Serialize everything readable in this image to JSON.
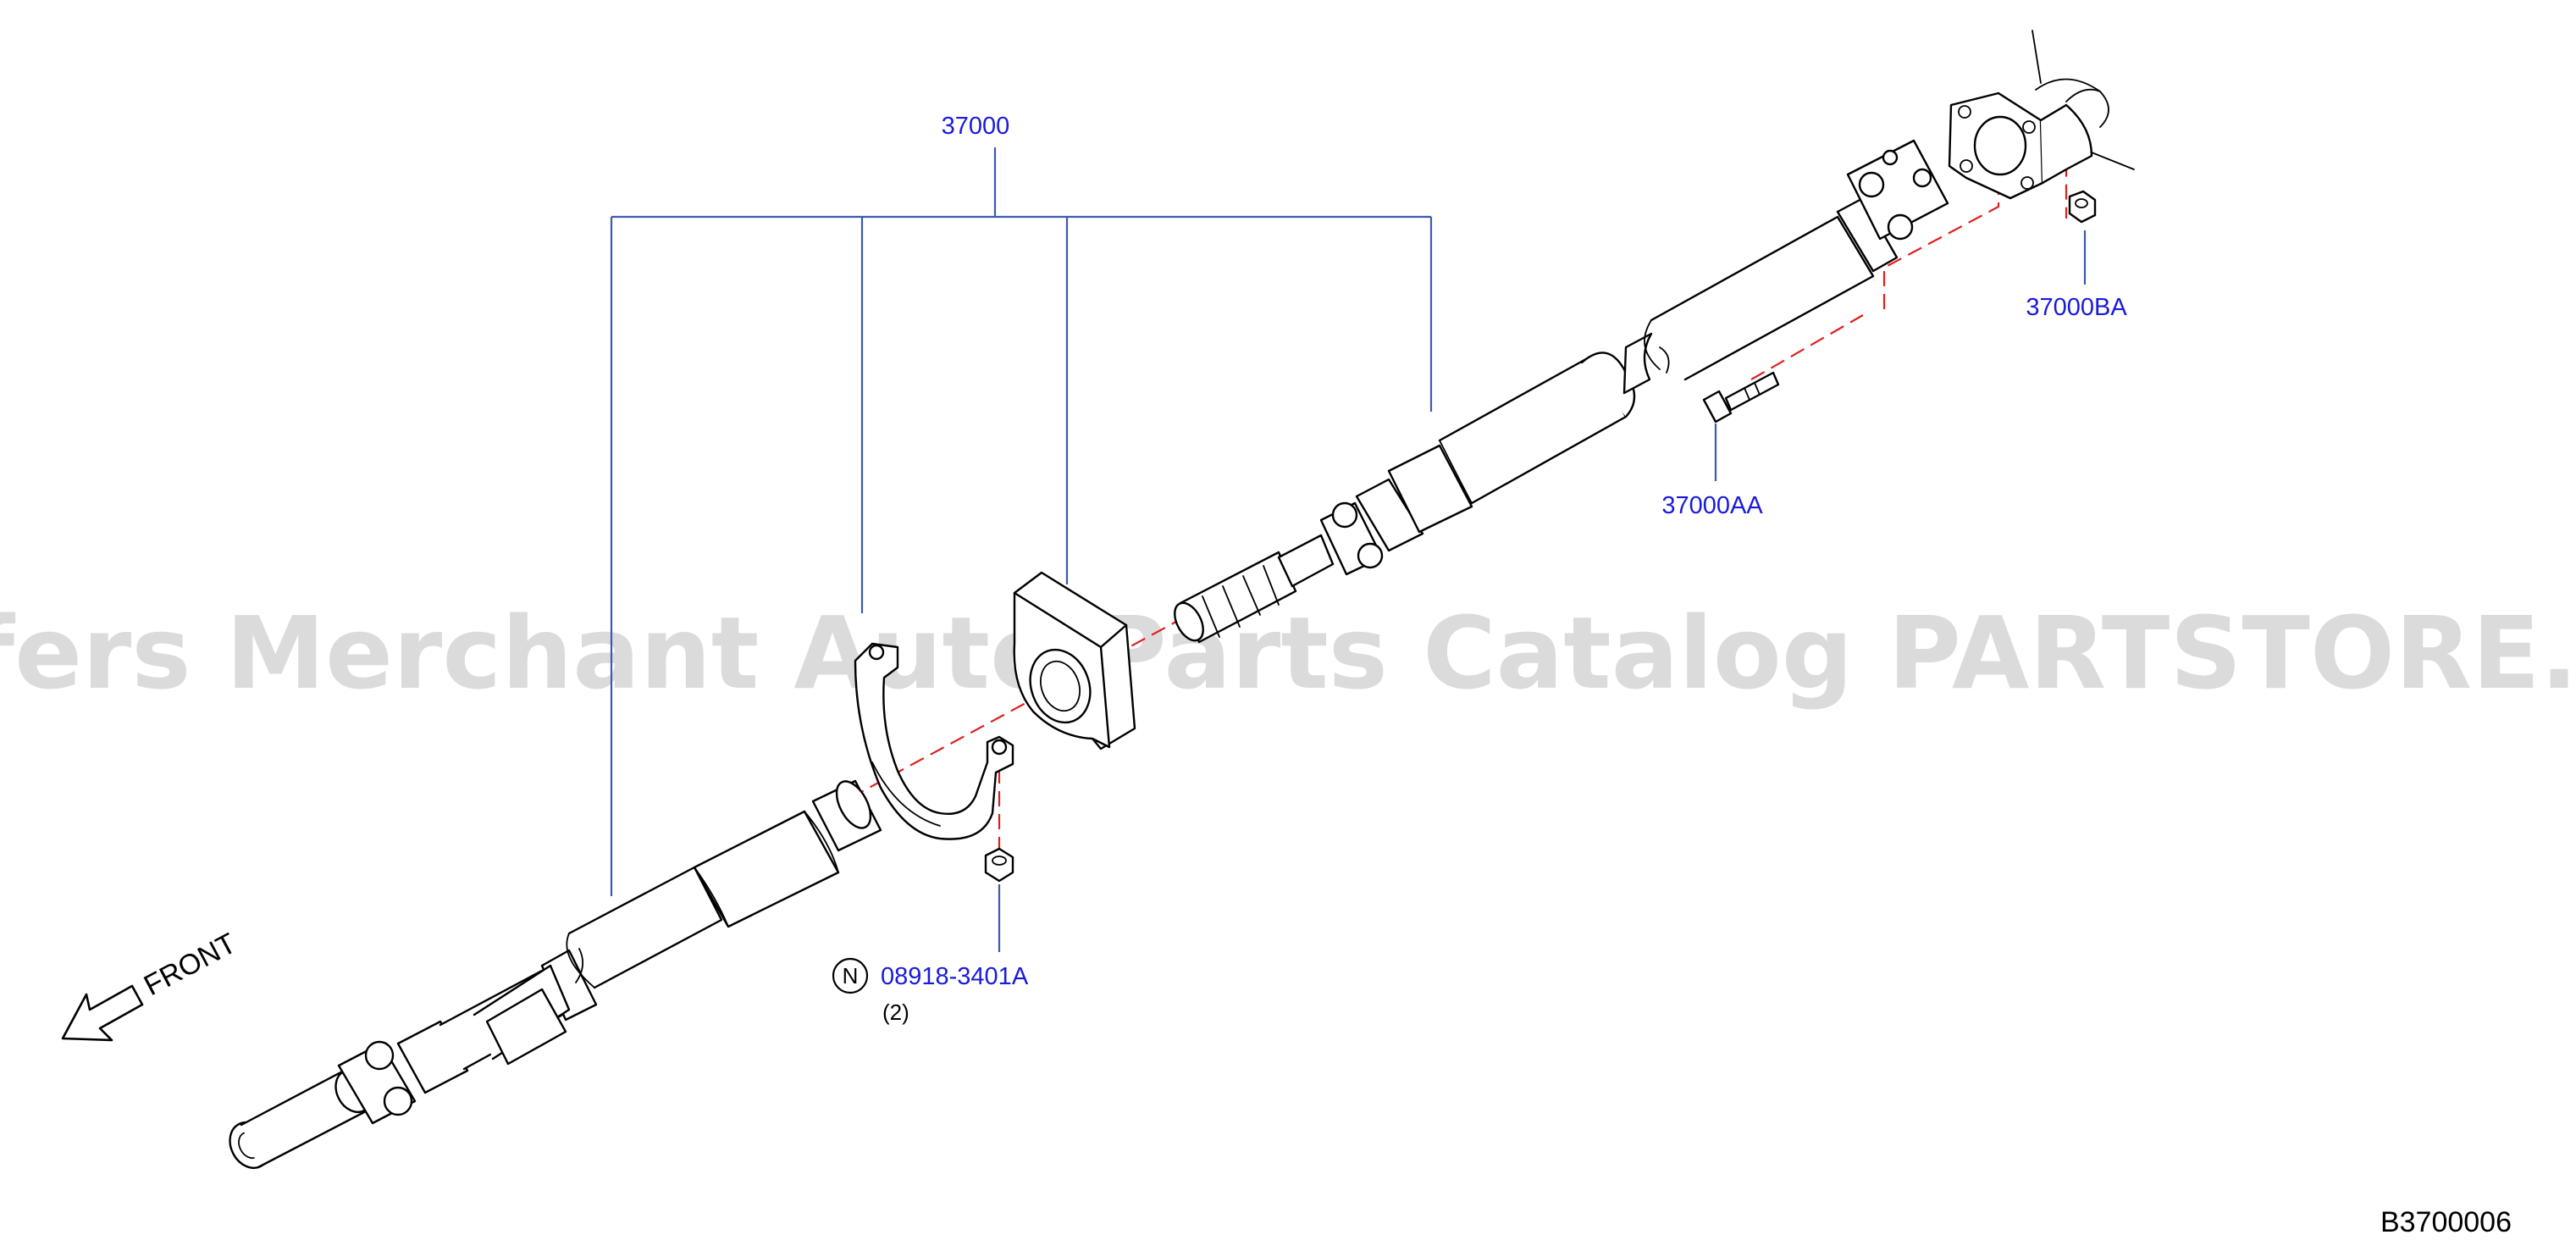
{
  "diagram": {
    "diagram_code": "B3700006",
    "watermark": "Offers Merchant Auto Parts Catalog PARTSTORE.SA",
    "direction_label": "FRONT",
    "callouts": {
      "assembly": "37000",
      "nut_flange": "37000BA",
      "bolt_flange": "37000AA",
      "nut_bearing": "08918-3401A",
      "nut_bearing_qty": "(2)",
      "nut_bearing_marker": "N"
    }
  }
}
